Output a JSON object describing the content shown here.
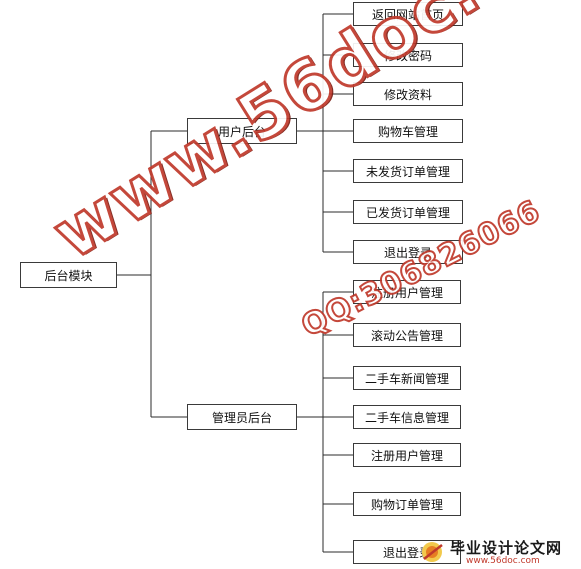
{
  "diagram": {
    "root": "后台模块",
    "branches": [
      {
        "label": "用户后台",
        "children": [
          "返回网站首页",
          "修改密码",
          "修改资料",
          "购物车管理",
          "未发货订单管理",
          "已发货订单管理",
          "退出登录"
        ]
      },
      {
        "label": "管理员后台",
        "children": [
          "注册用户管理",
          "滚动公告管理",
          "二手车新闻管理",
          "二手车信息管理",
          "注册用户管理",
          "购物订单管理",
          "退出登录"
        ]
      }
    ]
  },
  "watermark": {
    "site": "www.56doc.com",
    "qq": "QQ:306826066",
    "brand_title": "毕业设计论文网",
    "brand_url": "www.56doc.com"
  },
  "colors": {
    "line": "#2b2b2b",
    "node_border": "#3a3a3a",
    "watermark": "#c0392b"
  }
}
